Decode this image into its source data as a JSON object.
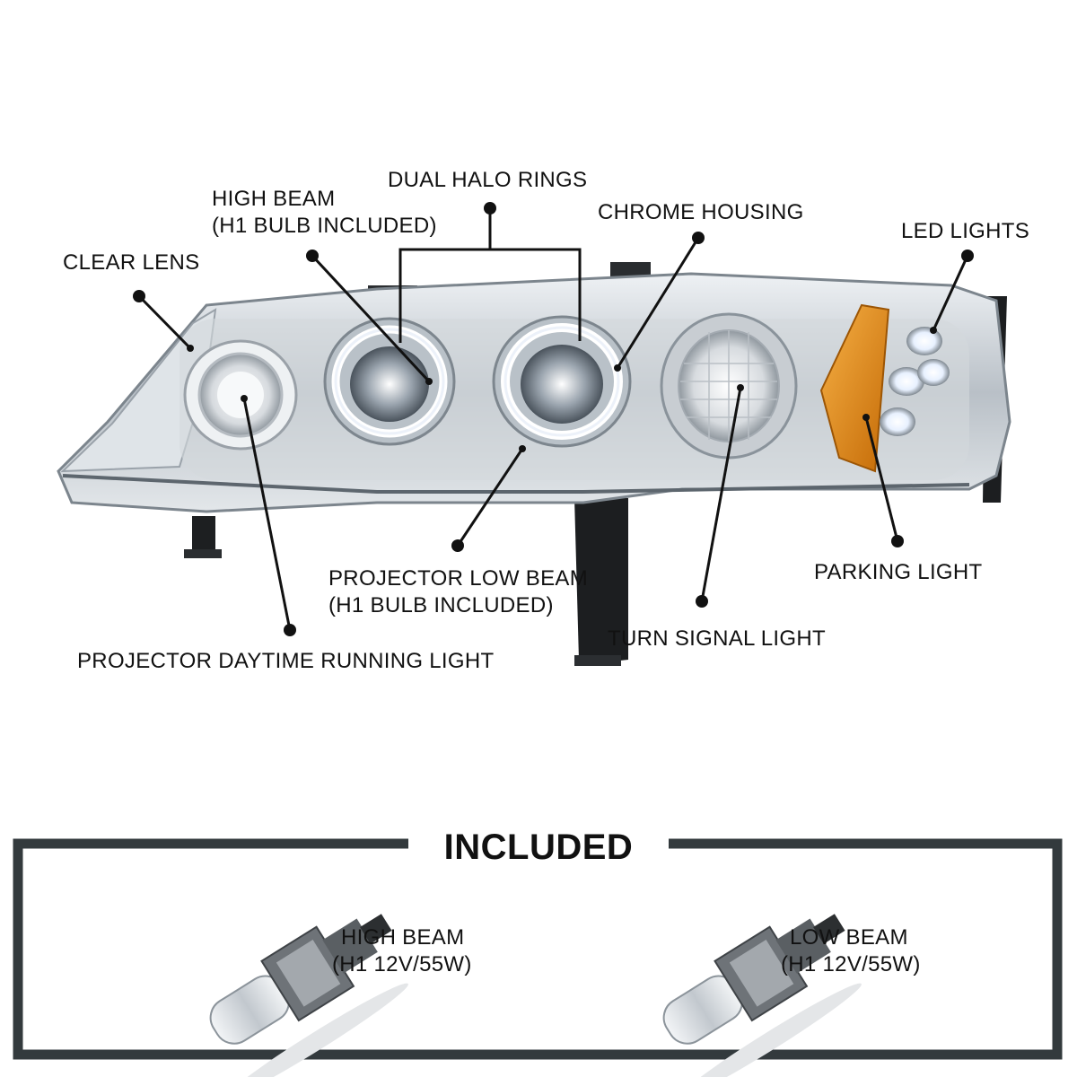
{
  "callouts": {
    "dual_halo_rings": "DUAL HALO RINGS",
    "high_beam_line1": "HIGH BEAM",
    "high_beam_line2": "(H1 BULB INCLUDED)",
    "chrome_housing": "CHROME HOUSING",
    "led_lights": "LED LIGHTS",
    "clear_lens": "CLEAR LENS",
    "projector_low_beam_line1": "PROJECTOR LOW BEAM",
    "projector_low_beam_line2": "(H1 BULB INCLUDED)",
    "parking_light": "PARKING LIGHT",
    "turn_signal_light": "TURN SIGNAL LIGHT",
    "projector_drl": "PROJECTOR DAYTIME RUNNING LIGHT"
  },
  "included": {
    "title": "INCLUDED",
    "items": [
      {
        "line1": "HIGH BEAM",
        "line2": "(H1 12V/55W)"
      },
      {
        "line1": "LOW BEAM",
        "line2": "(H1 12V/55W)"
      }
    ]
  },
  "colors": {
    "text": "#111111",
    "frame": "#333a3d",
    "amber_reflector": "#e58a12",
    "chrome": "#c9ced3",
    "halo_glow": "#ffffff"
  }
}
